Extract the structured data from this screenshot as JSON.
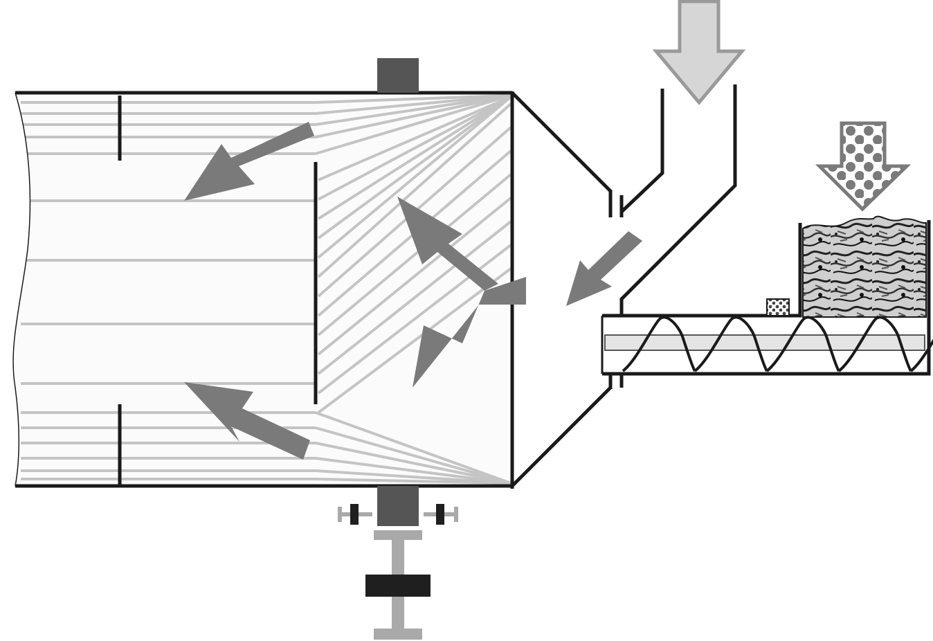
{
  "diagram": {
    "labels": [],
    "colors": {
      "outline": "#1a1a1a",
      "flow_arrow": "#7a7a7a",
      "guide_lines": "#c4c4c4",
      "intake_arrow": "#d6d6d6",
      "intake_arrow_border": "#9a9a9a",
      "shaft_dark": "#555555",
      "shaft_light": "#a9a9a9",
      "solid_material": "#6a6a6a"
    },
    "components": {
      "chamber": "cylindrical-chamber",
      "baffles": "baffle-plates",
      "flow_arrows": "flow-direction-arrows",
      "gas_inlet": "gas-feed-arrow",
      "solid_inlet": "solid-feed-arrow",
      "feeder": "screw-conveyor",
      "hopper": "material-hopper",
      "shaft": "drive-shaft-assembly"
    }
  }
}
